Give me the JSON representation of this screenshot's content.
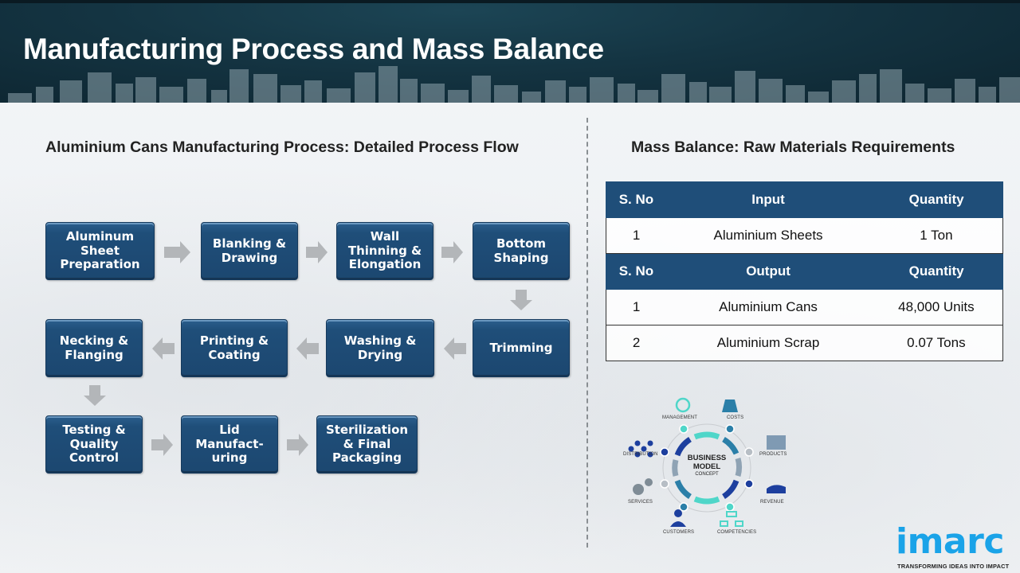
{
  "header": {
    "title": "Manufacturing Process and Mass Balance"
  },
  "process_flow": {
    "title": "Aluminium Cans Manufacturing Process: Detailed Process Flow",
    "steps": [
      {
        "label": "Aluminum\nSheet\nPreparation"
      },
      {
        "label": "Blanking &\nDrawing"
      },
      {
        "label": "Wall\nThinning &\nElongation"
      },
      {
        "label": "Bottom\nShaping"
      },
      {
        "label": "Trimming"
      },
      {
        "label": "Washing &\nDrying"
      },
      {
        "label": "Printing &\nCoating"
      },
      {
        "label": "Necking &\nFlanging"
      },
      {
        "label": "Testing &\nQuality\nControl"
      },
      {
        "label": "Lid\nManufact-\nuring"
      },
      {
        "label": "Sterilization\n& Final\nPackaging"
      }
    ]
  },
  "mass_balance": {
    "title": "Mass Balance: Raw Materials Requirements",
    "input_header": [
      "S. No",
      "Input",
      "Quantity"
    ],
    "input_rows": [
      [
        "1",
        "Aluminium Sheets",
        "1 Ton"
      ]
    ],
    "output_header": [
      "S. No",
      "Output",
      "Quantity"
    ],
    "output_rows": [
      [
        "1",
        "Aluminium Cans",
        "48,000 Units"
      ],
      [
        "2",
        "Aluminium Scrap",
        "0.07 Tons"
      ]
    ]
  },
  "business_model": {
    "center_line1": "BUSINESS",
    "center_line2": "MODEL",
    "center_line3": "CONCEPT",
    "labels": {
      "management": "MANAGEMENT",
      "costs": "COSTS",
      "distribution": "DISTRIBUTION",
      "products": "PRODUCTS",
      "services": "SERVICES",
      "revenue": "REVENUE",
      "customers": "CUSTOMERS",
      "competencies": "COMPETENCIES"
    }
  },
  "logo": {
    "name": "imarc",
    "tagline": "TRANSFORMING IDEAS INTO IMPACT"
  },
  "colors": {
    "header_bg": "#143442",
    "box_blue": "#1f4e79",
    "arrow_gray": "#b3b6b9",
    "logo_blue": "#1aa3e8"
  }
}
